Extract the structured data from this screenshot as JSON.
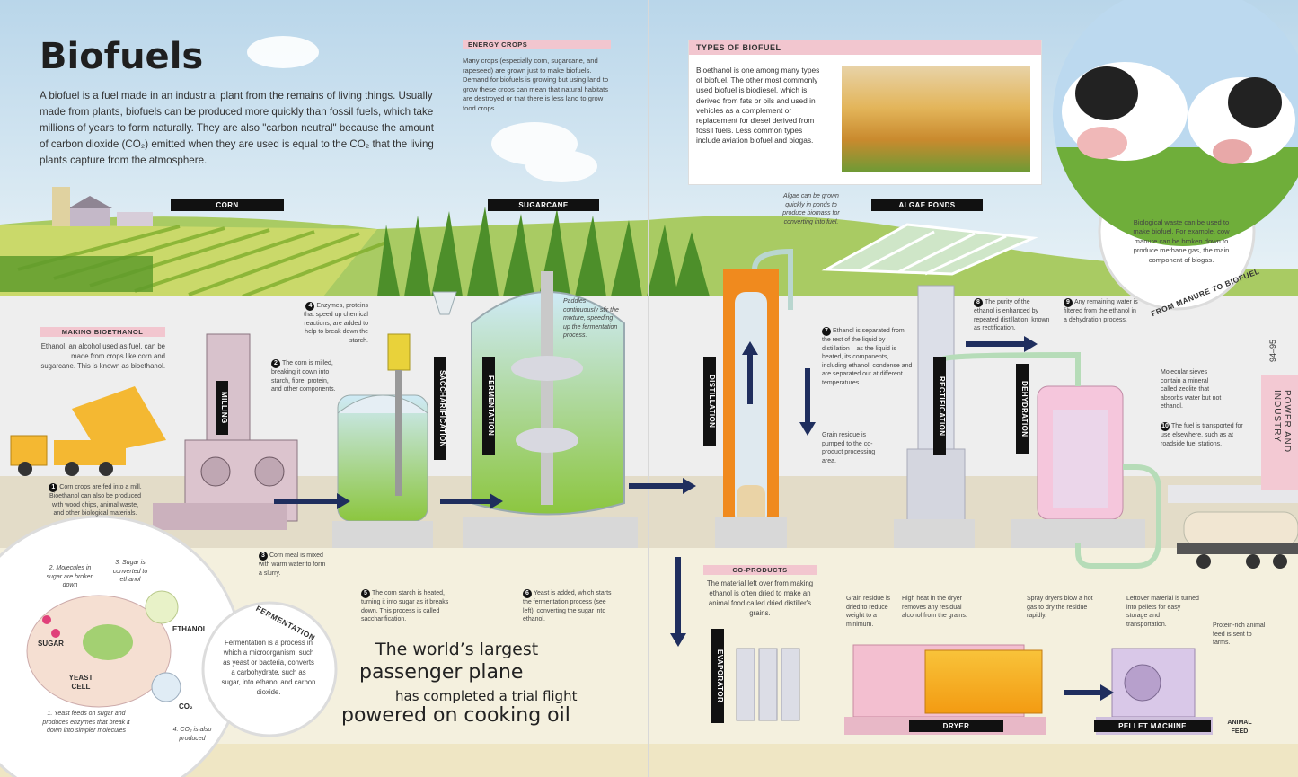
{
  "page": {
    "title": "Biofuels",
    "intro": "A biofuel is a fuel made in an industrial plant from the remains of living things. Usually made from plants, biofuels can be produced more quickly than fossil fuels, which take millions of years to form naturally. They are also \"carbon neutral\" because the amount of carbon dioxide (CO₂) emitted when they are used is equal to the CO₂ that the living plants capture from the atmosphere.",
    "page_number": "94–95",
    "side_tab": "POWER AND INDUSTRY"
  },
  "energy_crops": {
    "heading": "ENERGY CROPS",
    "text": "Many crops (especially corn, sugarcane, and rapeseed) are grown just to make biofuels. Demand for biofuels is growing but using land to grow these crops can mean that natural habitats are destroyed or that there is less land to grow food crops."
  },
  "types_of_biofuel": {
    "heading": "TYPES OF BIOFUEL",
    "text": "Bioethanol is one among many types of biofuel. The other most commonly used biofuel is biodiesel, which is derived from fats or oils and used in vehicles as a complement or replacement for diesel derived from fossil fuels. Less common types include aviation biofuel and biogas."
  },
  "manure": {
    "caption": "Biological waste can be used to make biofuel. For example, cow manure can be broken down to produce methane gas, the main component of biogas.",
    "arc_label": "FROM MANURE TO BIOFUEL"
  },
  "crop_labels": {
    "corn": "CORN",
    "sugarcane": "SUGARCANE",
    "algae": "ALGAE PONDS"
  },
  "algae_note": "Algae can be grown quickly in ponds to produce biomass for converting into fuel.",
  "making_bioethanol": {
    "heading": "MAKING BIOETHANOL",
    "text": "Ethanol, an alcohol used as fuel, can be made from crops like corn and sugarcane. This is known as bioethanol."
  },
  "stages": {
    "milling": "MILLING",
    "saccharification": "SACCHARIFICATION",
    "fermentation": "FERMENTATION",
    "distillation": "DISTILLATION",
    "rectification": "RECTIFICATION",
    "dehydration": "DEHYDRATION",
    "evaporator": "EVAPORATOR",
    "dryer": "DRYER",
    "pellet_machine": "PELLET MACHINE",
    "animal_feed": "ANIMAL FEED"
  },
  "steps": {
    "s1": {
      "num": "1",
      "text": "Corn crops are fed into a mill. Bioethanol can also be produced with wood chips, animal waste, and other biological materials."
    },
    "s2": {
      "num": "2",
      "text": "The corn is milled, breaking it down into starch, fibre, protein, and other components."
    },
    "s3": {
      "num": "3",
      "text": "Corn meal is mixed with warm water to form a slurry."
    },
    "s4": {
      "num": "4",
      "text": "Enzymes, proteins that speed up chemical reactions, are added to help to break down the starch."
    },
    "s5": {
      "num": "5",
      "text": "The corn starch is heated, turning it into sugar as it breaks down. This process is called saccharification."
    },
    "s6": {
      "num": "6",
      "text": "Yeast is added, which starts the fermentation process (see left), converting the sugar into ethanol."
    },
    "s7": {
      "num": "7",
      "text": "Ethanol is separated from the rest of the liquid by distillation – as the liquid is heated, its components, including ethanol, condense and are separated out at different temperatures."
    },
    "s8": {
      "num": "8",
      "text": "The purity of the ethanol is enhanced by repeated distillation, known as rectification."
    },
    "s9": {
      "num": "9",
      "text": "Any remaining water is filtered from the ethanol in a dehydration process."
    },
    "s10": {
      "num": "10",
      "text": "The fuel is transported for use elsewhere, such as at roadside fuel stations."
    }
  },
  "notes": {
    "paddles": "Paddles continuously stir the mixture, speeding up the fermentation process.",
    "grain_residue": "Grain residue is pumped to the co-product processing area.",
    "molecular_sieves": "Molecular sieves contain a mineral called zeolite that absorbs water but not ethanol."
  },
  "co_products": {
    "heading": "CO-PRODUCTS",
    "text": "The material left over from making ethanol is often dried to make an animal food called dried distiller's grains.",
    "n1": "Grain residue is dried to reduce weight to a minimum.",
    "n2": "High heat in the dryer removes any residual alcohol from the grains.",
    "n3": "Spray dryers blow a hot gas to dry the residue rapidly.",
    "n4": "Leftover material is turned into pellets for easy storage and transportation.",
    "n5": "Protein-rich animal feed is sent to farms."
  },
  "fermentation_inset": {
    "arc_label": "FERMENTATION",
    "definition": "Fermentation is a process in which a microorganism, such as yeast or bacteria, converts a carbohydrate, such as sugar, into ethanol and carbon dioxide.",
    "l1": "1. Yeast feeds on sugar and produces enzymes that break it down into simpler molecules",
    "l2": "2. Molecules in sugar are broken down",
    "l3": "3. Sugar is converted to ethanol",
    "l4": "4. CO₂ is also produced",
    "sugar": "SUGAR",
    "yeast": "YEAST CELL",
    "ethanol": "ETHANOL",
    "co2": "CO₂"
  },
  "callout": {
    "line1": "The world’s largest",
    "line2": "passenger plane",
    "line3": "has completed a trial flight",
    "line4": "powered on cooking oil"
  },
  "colors": {
    "sky": "#cfe3ef",
    "field": "#b9d36a",
    "pink": "#f2c6cf",
    "navy": "#1f2e5e",
    "orange": "#f08a1e"
  }
}
